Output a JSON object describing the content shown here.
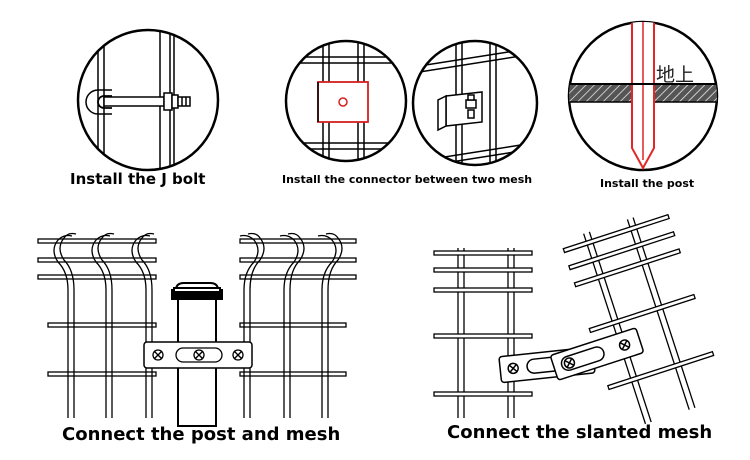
{
  "labels": {
    "install_j_bolt": "Install the J bolt",
    "install_connector": "Install the connector between two mesh",
    "install_post": "Install the post",
    "connect_post_mesh": "Connect the post and mesh",
    "connect_slanted_mesh": "Connect the slanted mesh"
  },
  "ground_text": "地上",
  "colors": {
    "line": "#000000",
    "post_red": "#e32626",
    "ground_fill": "#6b6b6b",
    "connector_red": "#d42020"
  }
}
